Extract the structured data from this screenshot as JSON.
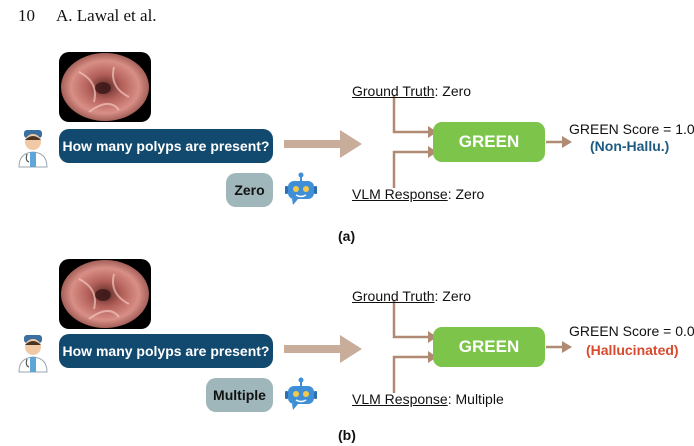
{
  "page": {
    "number": "10",
    "running_head": "A. Lawal et al."
  },
  "panels": [
    {
      "question": "How many polyps are present?",
      "answer": "Zero",
      "ground_truth_label": "Ground Truth",
      "ground_truth_value": "Zero",
      "vlm_label": "VLM Response",
      "vlm_value": "Zero",
      "box_label": "GREEN",
      "score": "GREEN Score = 1.0",
      "verdict": "(Non-Hallu.)",
      "verdict_color": "#1d5b82",
      "caption": "(a)"
    },
    {
      "question": "How many polyps are present?",
      "answer": "Multiple",
      "ground_truth_label": "Ground Truth",
      "ground_truth_value": "Zero",
      "vlm_label": "VLM Response",
      "vlm_value": "Multiple",
      "box_label": "GREEN",
      "score": "GREEN Score = 0.0",
      "verdict": "(Hallucinated)",
      "verdict_color": "#d84a2e",
      "caption": "(b)"
    }
  ],
  "colors": {
    "question_bubble": "#12496f",
    "answer_bubble": "#9fb6bb",
    "green_box": "#7cc44a",
    "arrow": "#c8ae9a",
    "robot": "#3e8fd8"
  },
  "icons": {
    "user": "doctor-icon",
    "assistant": "robot-icon",
    "image": "endoscopy-image"
  }
}
